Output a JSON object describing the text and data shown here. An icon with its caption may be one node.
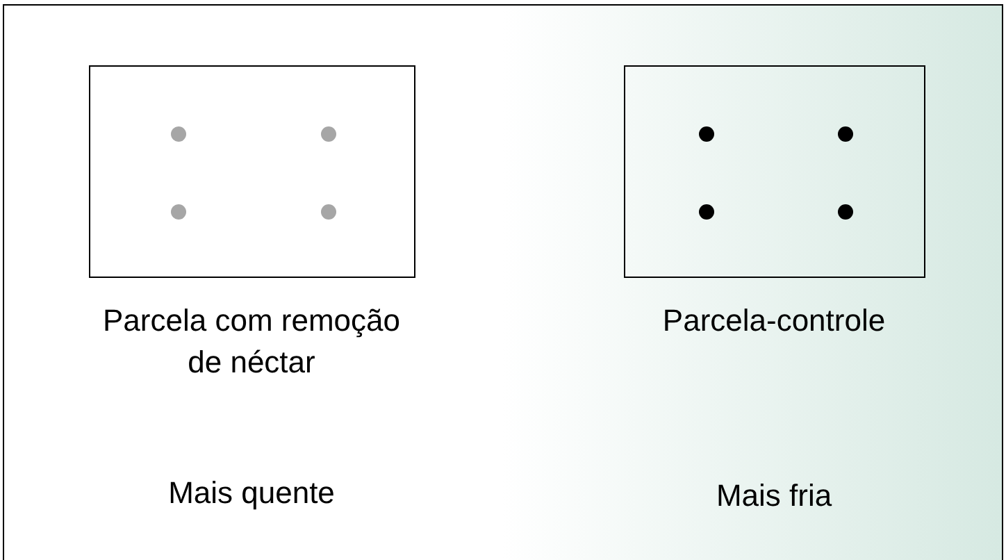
{
  "diagram": {
    "nodes": [
      {
        "text": [],
        "shape": "box",
        "beside": [
          "Parcela com remoção de néctar"
        ]
      },
      {
        "text": [],
        "shape": "box",
        "beside": [
          "Parcela-controle"
        ]
      }
    ],
    "labels": [
      "Mais quente",
      "Mais fria"
    ]
  }
}
